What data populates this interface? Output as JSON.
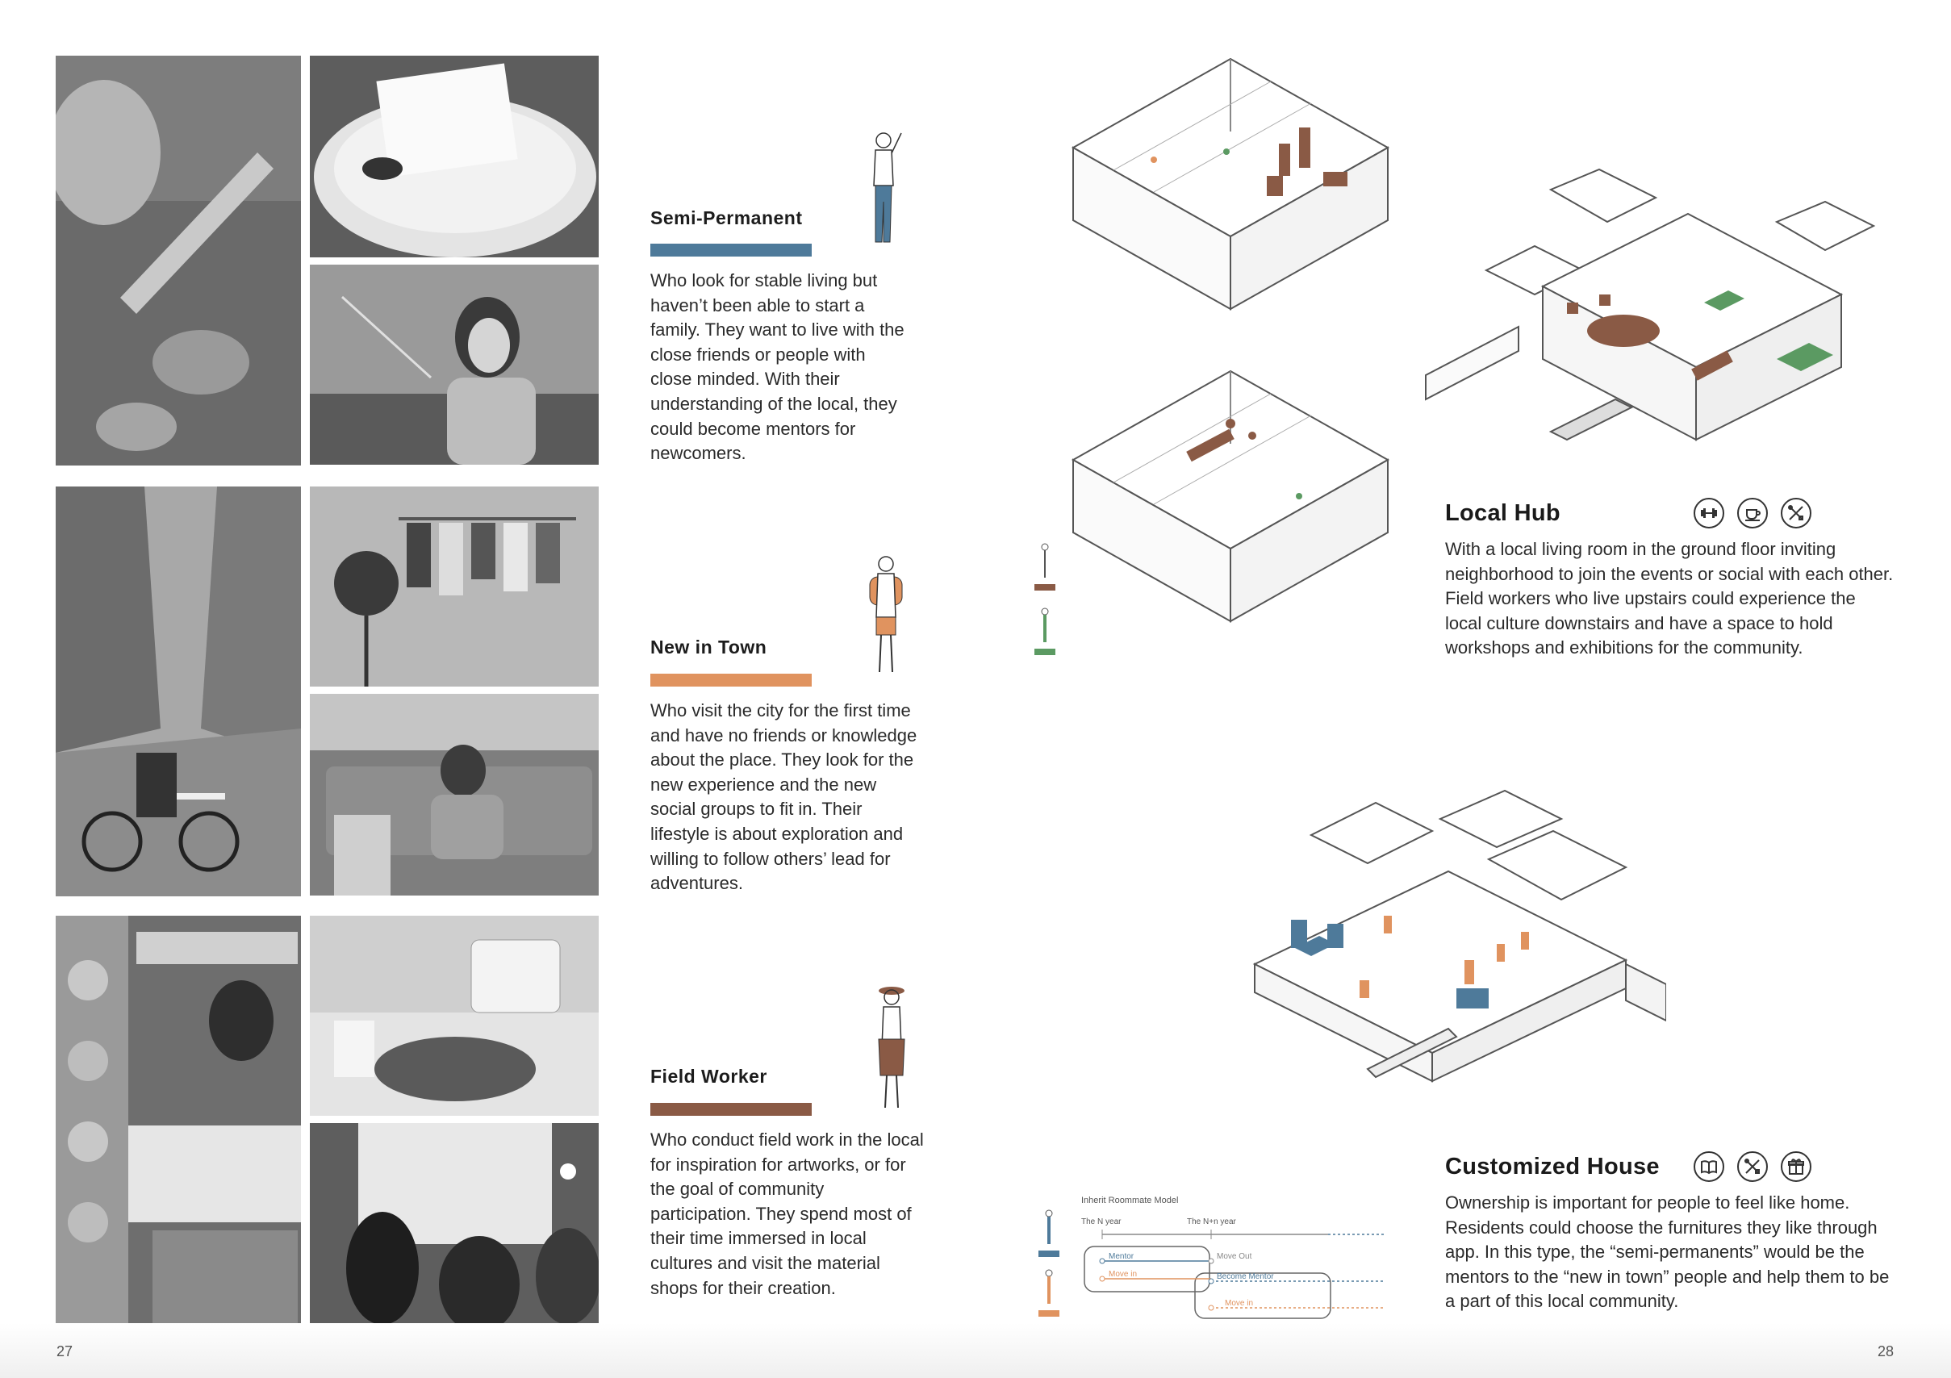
{
  "personas": [
    {
      "title": "Semi-Permanent",
      "color": "#4e7a9a",
      "text": "Who look for stable living but haven’t been able to start a family.  They want to live with the close friends or people with close minded. With their understanding of the local, they could become mentors for newcomers."
    },
    {
      "title": "New in Town",
      "color": "#e0935f",
      "text": "Who visit the city for the first time and have no friends or knowledge about the place. They look for the new experience and the new social groups to fit in. Their lifestyle is about exploration and willing to follow others’ lead for adventures."
    },
    {
      "title": "Field Worker",
      "color": "#8a5a45",
      "text": "Who conduct field work in the local for inspiration for artworks, or for the goal of community participation. They spend most of their time immersed in local cultures and visit the material shops for their creation."
    }
  ],
  "local_hub": {
    "title": "Local Hub",
    "text": "With a local living room in the ground floor inviting neighborhood to join the events or social with each other. Field workers who live upstairs could experience the local culture downstairs and have a space to hold workshops and exhibitions for the community.",
    "icons": [
      "dumbbell-icon",
      "coffee-cup-icon",
      "tools-icon"
    ]
  },
  "customized_house": {
    "title": "Customized House",
    "text": "Ownership is important for people to feel like home. Residents could choose the furnitures they like through app. In this type, the “semi-permanents” would be the mentors to the “new in town” people and help them to be a part of this local community.",
    "icons": [
      "book-icon",
      "tools-icon",
      "gift-icon"
    ]
  },
  "timeline": {
    "title": "Inherit Roommate Model",
    "year_a": "The N year",
    "year_b": "The N+n year",
    "labels": [
      "Mentor",
      "Move in",
      "Move Out",
      "Become Mentor",
      "Move in"
    ]
  },
  "page_numbers": {
    "left": "27",
    "right": "28"
  },
  "colors": {
    "blue": "#4e7a9a",
    "orange": "#e0935f",
    "brown": "#8a5a45",
    "green": "#5b9a62"
  }
}
